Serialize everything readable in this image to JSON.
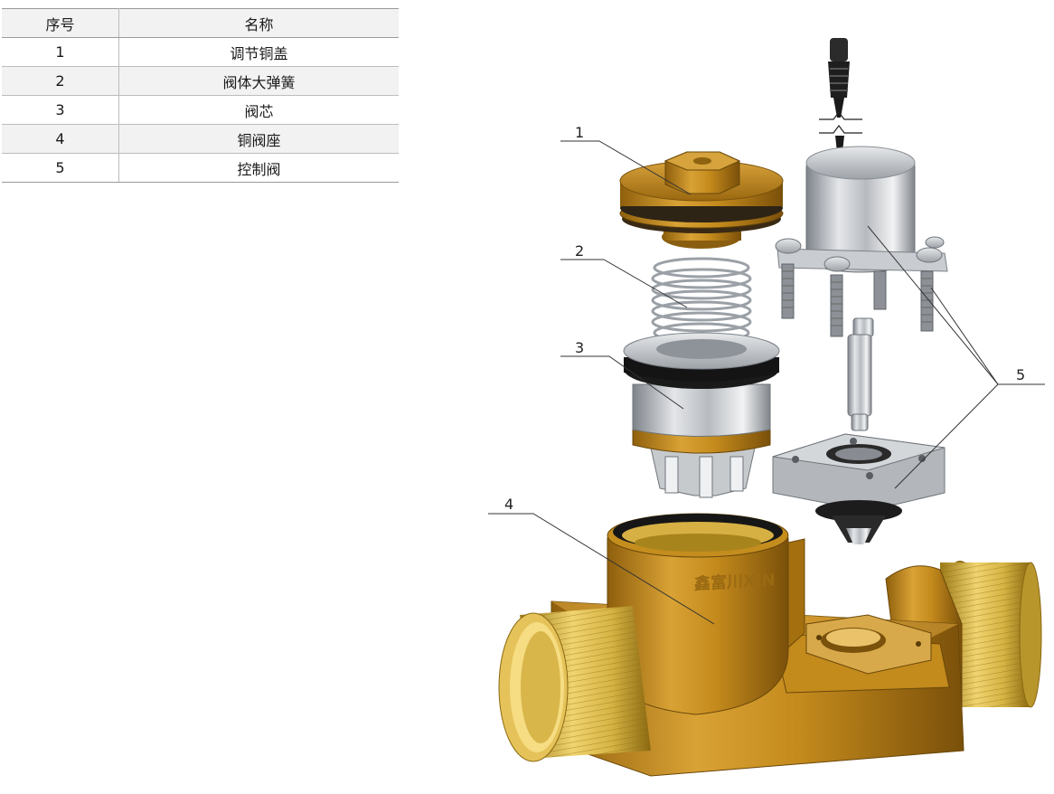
{
  "table": {
    "headers": {
      "no": "序号",
      "name": "名称"
    },
    "rows": [
      {
        "no": "1",
        "name": "调节铜盖"
      },
      {
        "no": "2",
        "name": "阀体大弹簧"
      },
      {
        "no": "3",
        "name": "阀芯"
      },
      {
        "no": "4",
        "name": "铜阀座"
      },
      {
        "no": "5",
        "name": "控制阀"
      }
    ]
  },
  "callouts": {
    "c1": "1",
    "c2": "2",
    "c3": "3",
    "c4": "4",
    "c5": "5"
  },
  "body_marking": "鑫富川XIN",
  "colors": {
    "brass": "#c8901e",
    "brass_dark": "#9c6a10",
    "brass_light": "#e8c25a",
    "steel": "#c9ccd0",
    "steel_dark": "#7d8288",
    "rubber": "#1c1c1c",
    "table_header_bg": "#f2f2f2",
    "table_border": "#bcbcbc"
  },
  "icons": [
    "solenoid-coil-icon",
    "cable-plug-icon",
    "spring-icon",
    "valve-core-icon",
    "brass-cap-icon",
    "valve-body-icon"
  ]
}
